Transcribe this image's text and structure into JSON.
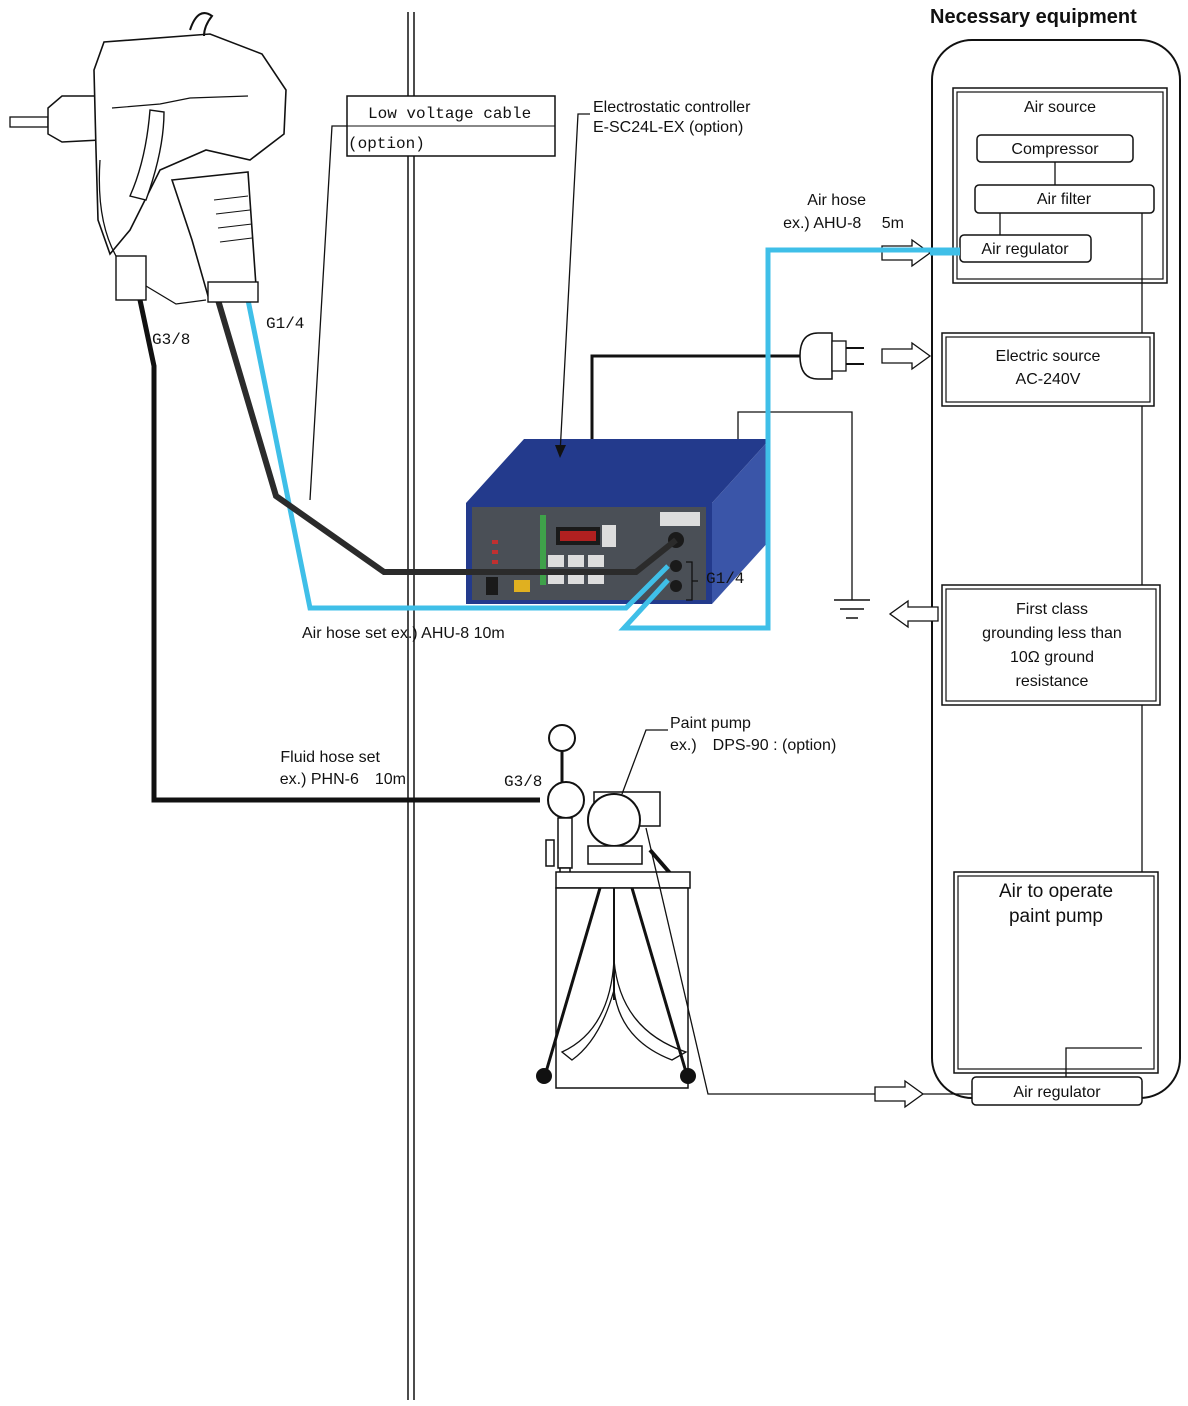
{
  "header": {
    "title": "Necessary equipment"
  },
  "labels": {
    "low_voltage_cable_line1": "Low voltage cable",
    "low_voltage_cable_line2": "(option)",
    "controller_line1": "Electrostatic controller",
    "controller_line2": "E-SC24L-EX (option)",
    "air_hose_line1": "Air hose",
    "air_hose_line2": "ex.) AHU-8　 5m",
    "g14_gun": "G1/4",
    "g38_gun": "G3/8",
    "g14_controller": "G1/4",
    "air_hose_set": "Air hose set ex.) AHU-8 10m",
    "fluid_hose_line1": "Fluid hose set",
    "fluid_hose_line2": "ex.) PHN-6　10m",
    "g38_pump": "G3/8",
    "paint_pump_line1": "Paint pump",
    "paint_pump_line2": "ex.)　DPS-90 : (option)"
  },
  "equipment": {
    "air_source": {
      "title": "Air source",
      "compressor": "Compressor",
      "air_filter": "Air filter",
      "air_regulator": "Air regulator"
    },
    "electric_source": {
      "line1": "Electric source",
      "line2": "AC-240V"
    },
    "grounding": {
      "line1": "First class",
      "line2": "grounding less than",
      "line3": "10Ω ground",
      "line4": "resistance"
    },
    "pump_air": {
      "line1": "Air to operate",
      "line2": "paint pump",
      "air_regulator": "Air regulator"
    }
  },
  "colors": {
    "air_hose": "#3fbfe8",
    "controller_top": "#233a8c",
    "controller_side": "#3a55a8",
    "controller_panel": "#4a4f56",
    "cable": "#2b2b2b"
  },
  "icons": [
    "spray-gun-icon",
    "power-plug-icon",
    "ground-symbol-icon",
    "paint-pump-icon",
    "arrow-right-icon",
    "arrow-left-icon"
  ]
}
